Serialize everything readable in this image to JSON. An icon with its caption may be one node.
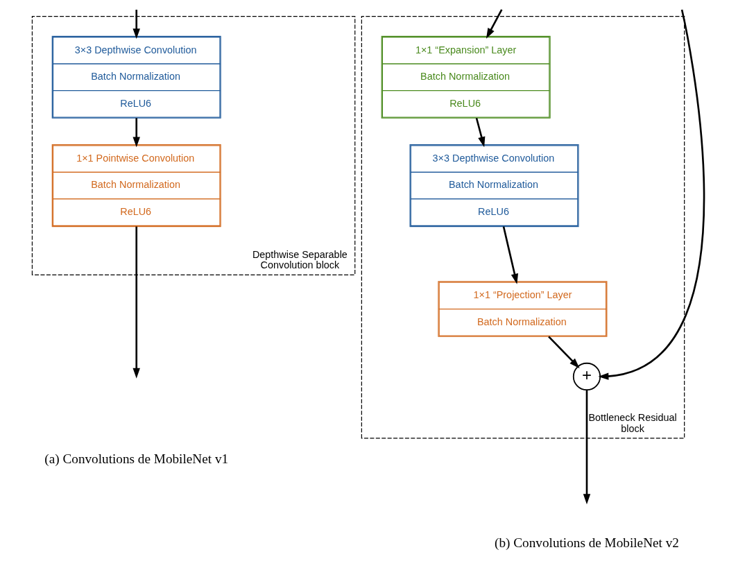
{
  "diagram": {
    "nodes": [
      {
        "text": [
          "Depthwise Separable Convolution block"
        ]
      },
      {
        "text": [
          "3×3 Depthwise Convolution",
          "Batch Normalization",
          "ReLU6"
        ],
        "in": 0
      },
      {
        "text": [
          "1×1 Pointwise Convolution",
          "Batch Normalization",
          "ReLU6"
        ],
        "in": 0
      },
      {
        "text": [
          "Bottleneck Residual block"
        ]
      },
      {
        "text": [
          "1×1 “Expansion” Layer",
          "Batch Normalization",
          "ReLU6"
        ],
        "in": 3
      },
      {
        "text": [
          "3×3 Depthwise Convolution",
          "Batch Normalization",
          "ReLU6"
        ],
        "in": 3
      },
      {
        "text": [
          "1×1 “Projection” Layer",
          "Batch Normalization"
        ],
        "in": 3
      },
      {
        "text": [
          "+"
        ],
        "in": 3
      }
    ],
    "edges": [
      {
        "from": null,
        "to": 1,
        "arrow": "to"
      },
      {
        "from": 1,
        "to": 2,
        "arrow": "to"
      },
      {
        "from": 2,
        "to": null,
        "arrow": "to"
      },
      {
        "from": null,
        "to": 4,
        "arrow": "to"
      },
      {
        "from": 4,
        "to": 5,
        "arrow": "to"
      },
      {
        "from": 5,
        "to": 6,
        "arrow": "to"
      },
      {
        "from": 6,
        "to": 7,
        "arrow": "to"
      },
      {
        "from": null,
        "to": 7,
        "arrow": "to"
      },
      {
        "from": 7,
        "to": null,
        "arrow": "to"
      }
    ],
    "labels": [
      "(a) Convolutions de MobileNet v1",
      "(b) Convolutions de MobileNet v2"
    ]
  }
}
